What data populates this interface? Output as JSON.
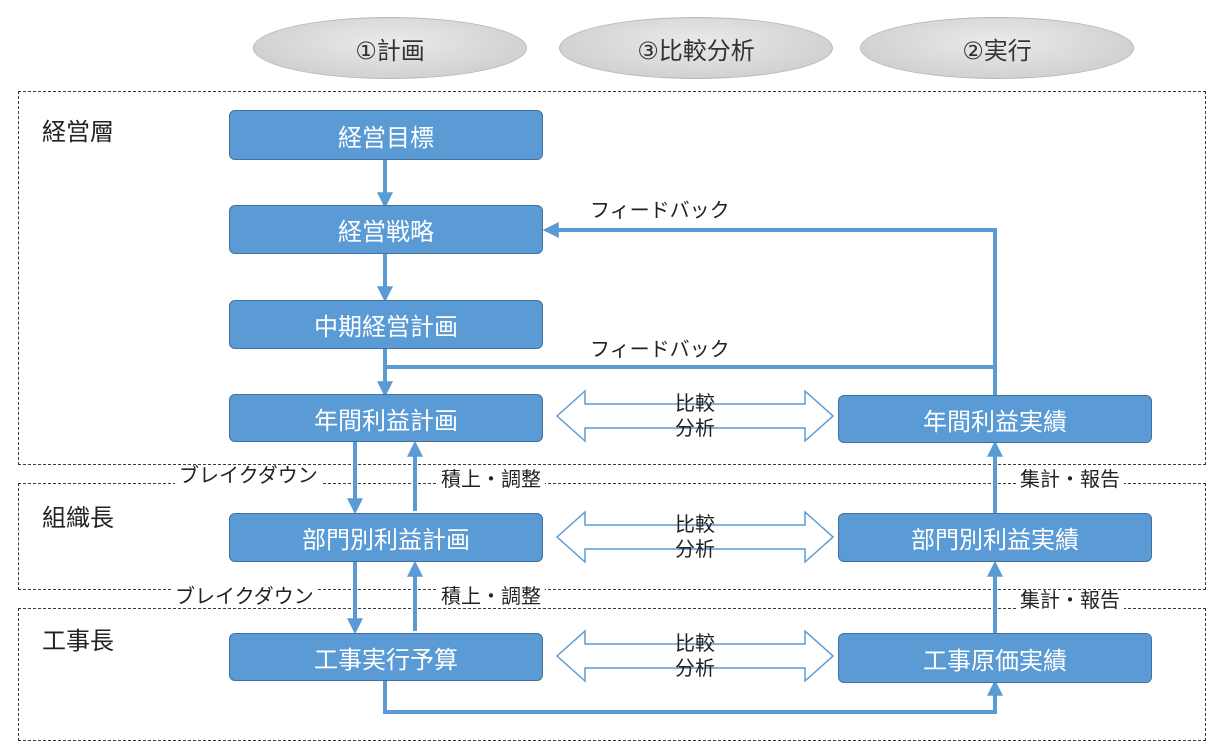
{
  "colors": {
    "box_fill": "#5b9bd5",
    "box_border": "#41719c",
    "arrow": "#5b9bd5",
    "phase_fill": "#d9d9d9"
  },
  "phases": {
    "plan": "①計画",
    "compare": "③比較分析",
    "execute": "②実行"
  },
  "layers": {
    "management": "経営層",
    "organization": "組織長",
    "construction": "工事長"
  },
  "plan_boxes": {
    "goal": "経営目標",
    "strategy": "経営戦略",
    "midterm": "中期経営計画",
    "annual_plan": "年間利益計画",
    "dept_plan": "部門別利益計画",
    "budget": "工事実行予算"
  },
  "result_boxes": {
    "annual_result": "年間利益実績",
    "dept_result": "部門別利益実績",
    "cost_result": "工事原価実績"
  },
  "labels": {
    "feedback_1": "フィードバック",
    "feedback_2": "フィードバック",
    "breakdown_1": "ブレイクダウン",
    "breakdown_2": "ブレイクダウン",
    "accumulate_1": "積上・調整",
    "accumulate_2": "積上・調整",
    "aggregate_1": "集計・報告",
    "aggregate_2": "集計・報告",
    "compare_1": "比較\n分析",
    "compare_2": "比較\n分析",
    "compare_3": "比較\n分析"
  }
}
